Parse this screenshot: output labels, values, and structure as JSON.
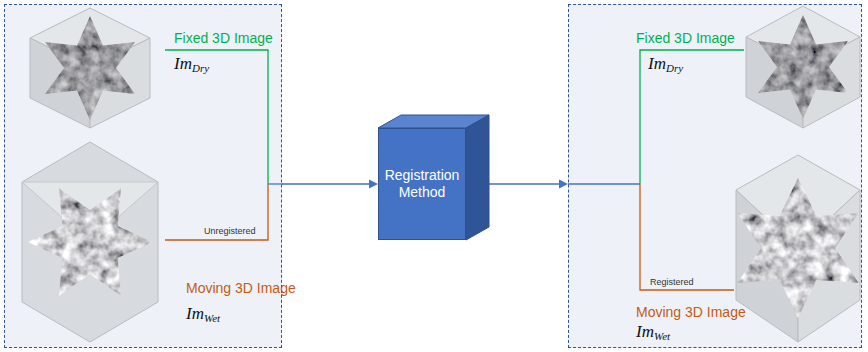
{
  "diagram": {
    "nodes": [
      {
        "text": [
          "Fixed 3D Image",
          "Im",
          "Dry",
          "Unregistered",
          "Moving 3D Image",
          "Im",
          "Wet"
        ]
      },
      {
        "text": [
          "Registration Method"
        ]
      },
      {
        "text": [
          "Fixed 3D Image",
          "Im",
          "Dry",
          "Registered",
          "Moving 3D Image",
          "Im",
          "Wet"
        ]
      }
    ],
    "edges": [
      {
        "from": 0,
        "to": 1,
        "arrow": "to"
      },
      {
        "from": 1,
        "to": 2,
        "arrow": "to"
      }
    ]
  }
}
